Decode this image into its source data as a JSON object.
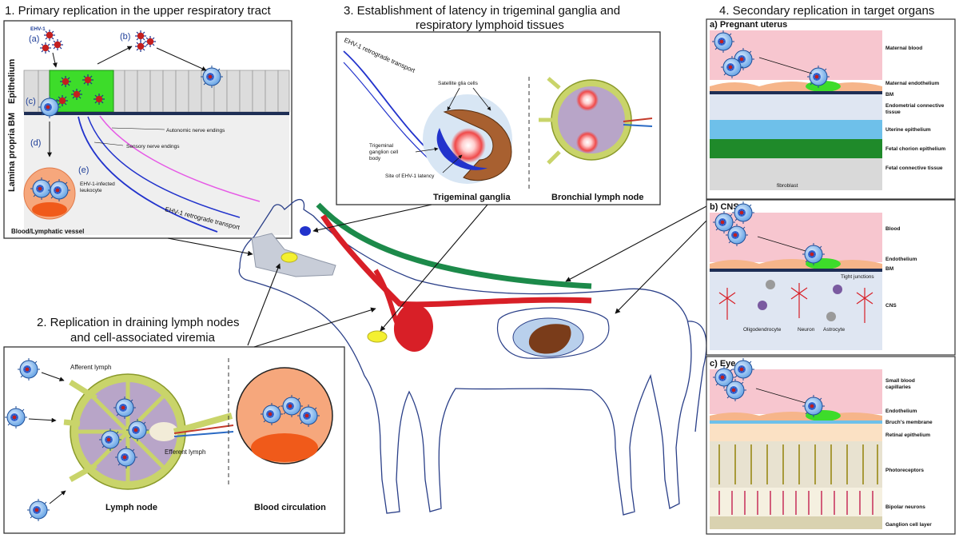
{
  "panel1": {
    "title": "1. Primary replication in the upper respiratory tract",
    "virus_label": "EHV-1",
    "step_a": "(a)",
    "step_b": "(b)",
    "step_c": "(c)",
    "step_d": "(d)",
    "step_e": "(e)",
    "epithelium": "Epithelium",
    "bm": "BM",
    "lamina_propria": "Lamina propria",
    "autonomic": "Autonomic nerve endings",
    "sensory": "Sensory nerve endings",
    "infected_leukocyte_1": "EHV-1-infected",
    "infected_leukocyte_2": "leukocyte",
    "retrograde": "EHV-1 retrograde transport",
    "vessel": "Blood/Lymphatic vessel"
  },
  "panel2": {
    "title_1": "2. Replication in draining lymph nodes",
    "title_2": "and cell-associated viremia",
    "afferent": "Afferent lymph",
    "efferent": "Efferent lymph",
    "lymph_node": "Lymph node",
    "blood_circulation": "Blood circulation"
  },
  "panel3": {
    "title_1": "3. Establishment of latency in trigeminal ganglia and",
    "title_2": "respiratory lymphoid tissues",
    "retrograde": "EHV-1 retrograde transport",
    "satellite": "Satellite glia cells",
    "ganglion_1": "Trigeminal",
    "ganglion_2": "ganglion cell",
    "ganglion_3": "body",
    "latency_site": "Site of EHV-1 latency",
    "trigeminal": "Trigeminal ganglia",
    "bronchial": "Bronchial lymph node"
  },
  "panel4": {
    "title": "4. Secondary replication in target organs",
    "uterus": {
      "heading": "a) Pregnant uterus",
      "maternal_blood": "Maternal blood",
      "maternal_endothelium": "Maternal endothelium",
      "bm": "BM",
      "endometrial_1": "Endometrial connective",
      "endometrial_2": "tissue",
      "uterine_epithelium": "Uterine epithelium",
      "fetal_chorion": "Fetal chorion epithelium",
      "fetal_connective": "Fetal connective tissue",
      "fibroblast": "fibroblast"
    },
    "cns": {
      "heading": "b) CNS",
      "blood": "Blood",
      "endothelium": "Endothelium",
      "bm": "BM",
      "tight": "Tight junctions",
      "cns": "CNS",
      "oligodendrocyte": "Oligodendrocyte",
      "neuron": "Neuron",
      "astrocyte": "Astrocyte"
    },
    "eye": {
      "heading": "c) Eye",
      "capillaries_1": "Small blood",
      "capillaries_2": "capillaries",
      "endothelium": "Endothelium",
      "bruch": "Bruch's membrane",
      "retinal": "Retinal epithelium",
      "photoreceptors": "Photoreceptors",
      "bipolar": "Bipolar neurons",
      "ganglion": "Ganglion cell layer"
    }
  },
  "colors": {
    "infected_epithelium": "#3ddc2a",
    "blood": "#f7c6cf",
    "nerve_blue": "#2233cc",
    "nerve_magenta": "#e65ae6",
    "artery_red": "#d81f27",
    "nerve_green": "#1c8a4a",
    "lymph_node": "#c9d46a"
  }
}
